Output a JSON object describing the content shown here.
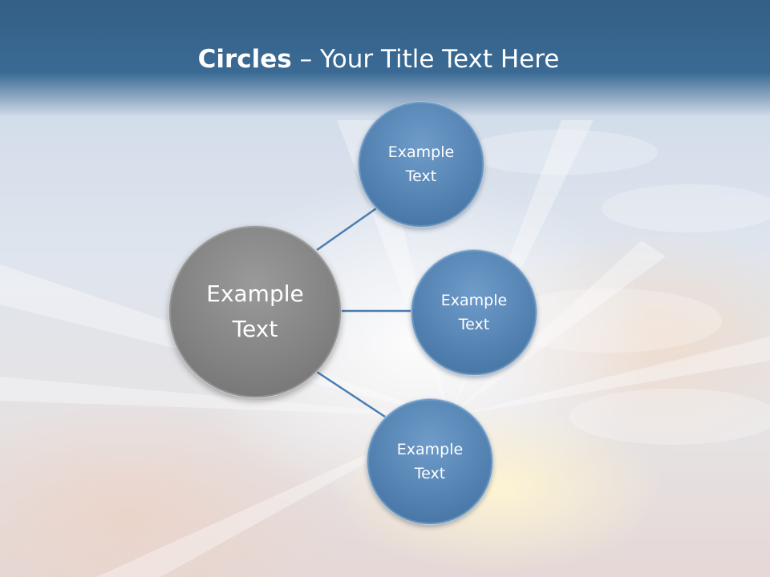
{
  "slide": {
    "title_bold": "Circles",
    "title_rest": " – Your Title Text Here"
  },
  "diagram": {
    "center": {
      "label": "Example Text",
      "color": "#818181"
    },
    "nodes": [
      {
        "label": "Example Text",
        "color": "#4f7eae"
      },
      {
        "label": "Example Text",
        "color": "#4f7eae"
      },
      {
        "label": "Example Text",
        "color": "#4f7eae"
      }
    ],
    "connector_color": "#4a7db0",
    "header_color": "#3a6a94"
  }
}
